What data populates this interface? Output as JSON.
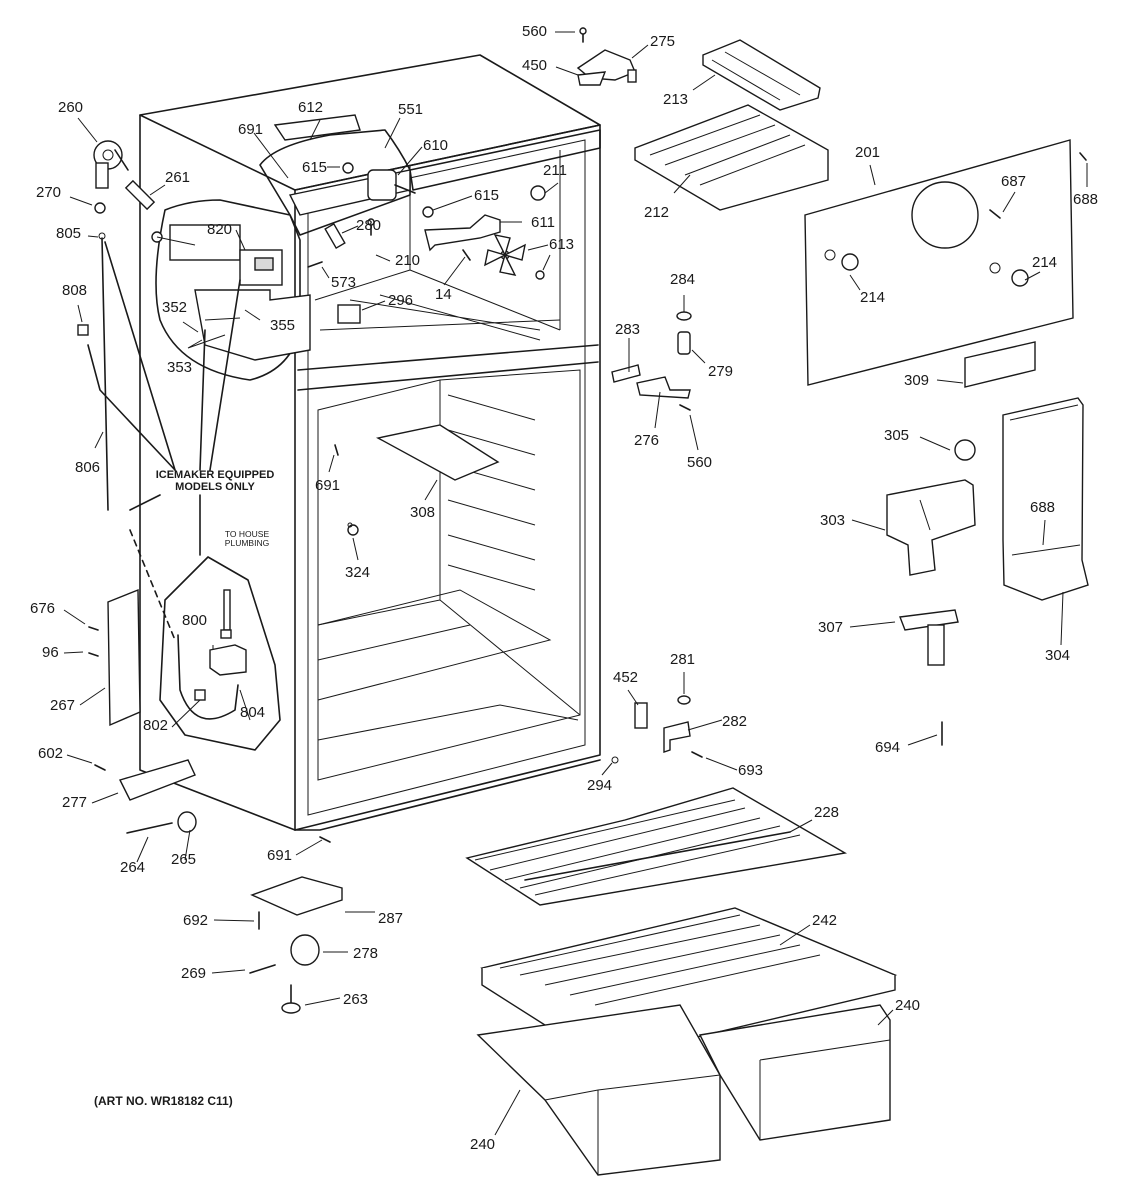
{
  "diagram": {
    "title": "Refrigerator cabinet parts diagram",
    "art_number": "(ART NO. WR18182 C11)",
    "notes": {
      "icemaker_line1": "ICEMAKER EQUIPPED",
      "icemaker_line2": "MODELS ONLY",
      "plumbing_line1": "TO HOUSE",
      "plumbing_line2": "PLUMBING"
    },
    "callouts": [
      {
        "id": "560a",
        "label": "560"
      },
      {
        "id": "275",
        "label": "275"
      },
      {
        "id": "450",
        "label": "450"
      },
      {
        "id": "213",
        "label": "213"
      },
      {
        "id": "212",
        "label": "212"
      },
      {
        "id": "201",
        "label": "201"
      },
      {
        "id": "687",
        "label": "687"
      },
      {
        "id": "688a",
        "label": "688"
      },
      {
        "id": "214a",
        "label": "214"
      },
      {
        "id": "214b",
        "label": "214"
      },
      {
        "id": "309",
        "label": "309"
      },
      {
        "id": "284",
        "label": "284"
      },
      {
        "id": "283",
        "label": "283"
      },
      {
        "id": "279",
        "label": "279"
      },
      {
        "id": "276",
        "label": "276"
      },
      {
        "id": "560b",
        "label": "560"
      },
      {
        "id": "305",
        "label": "305"
      },
      {
        "id": "303",
        "label": "303"
      },
      {
        "id": "688b",
        "label": "688"
      },
      {
        "id": "307",
        "label": "307"
      },
      {
        "id": "304",
        "label": "304"
      },
      {
        "id": "694",
        "label": "694"
      },
      {
        "id": "281",
        "label": "281"
      },
      {
        "id": "452",
        "label": "452"
      },
      {
        "id": "282",
        "label": "282"
      },
      {
        "id": "693",
        "label": "693"
      },
      {
        "id": "294",
        "label": "294"
      },
      {
        "id": "228",
        "label": "228"
      },
      {
        "id": "242",
        "label": "242"
      },
      {
        "id": "240a",
        "label": "240"
      },
      {
        "id": "240b",
        "label": "240"
      },
      {
        "id": "260",
        "label": "260"
      },
      {
        "id": "261",
        "label": "261"
      },
      {
        "id": "270",
        "label": "270"
      },
      {
        "id": "805",
        "label": "805"
      },
      {
        "id": "808",
        "label": "808"
      },
      {
        "id": "806",
        "label": "806"
      },
      {
        "id": "352",
        "label": "352"
      },
      {
        "id": "353",
        "label": "353"
      },
      {
        "id": "355",
        "label": "355"
      },
      {
        "id": "820",
        "label": "820"
      },
      {
        "id": "691a",
        "label": "691"
      },
      {
        "id": "612",
        "label": "612"
      },
      {
        "id": "615a",
        "label": "615"
      },
      {
        "id": "551",
        "label": "551"
      },
      {
        "id": "610",
        "label": "610"
      },
      {
        "id": "211",
        "label": "211"
      },
      {
        "id": "615b",
        "label": "615"
      },
      {
        "id": "611",
        "label": "611"
      },
      {
        "id": "613",
        "label": "613"
      },
      {
        "id": "280",
        "label": "280"
      },
      {
        "id": "573",
        "label": "573"
      },
      {
        "id": "210",
        "label": "210"
      },
      {
        "id": "14",
        "label": "14"
      },
      {
        "id": "296",
        "label": "296"
      },
      {
        "id": "691b",
        "label": "691"
      },
      {
        "id": "308",
        "label": "308"
      },
      {
        "id": "324",
        "label": "324"
      },
      {
        "id": "676",
        "label": "676"
      },
      {
        "id": "96",
        "label": "96"
      },
      {
        "id": "267",
        "label": "267"
      },
      {
        "id": "800",
        "label": "800"
      },
      {
        "id": "802",
        "label": "802"
      },
      {
        "id": "804",
        "label": "804"
      },
      {
        "id": "602",
        "label": "602"
      },
      {
        "id": "277",
        "label": "277"
      },
      {
        "id": "264",
        "label": "264"
      },
      {
        "id": "265",
        "label": "265"
      },
      {
        "id": "691c",
        "label": "691"
      },
      {
        "id": "692",
        "label": "692"
      },
      {
        "id": "287",
        "label": "287"
      },
      {
        "id": "278",
        "label": "278"
      },
      {
        "id": "269",
        "label": "269"
      },
      {
        "id": "263",
        "label": "263"
      }
    ]
  }
}
